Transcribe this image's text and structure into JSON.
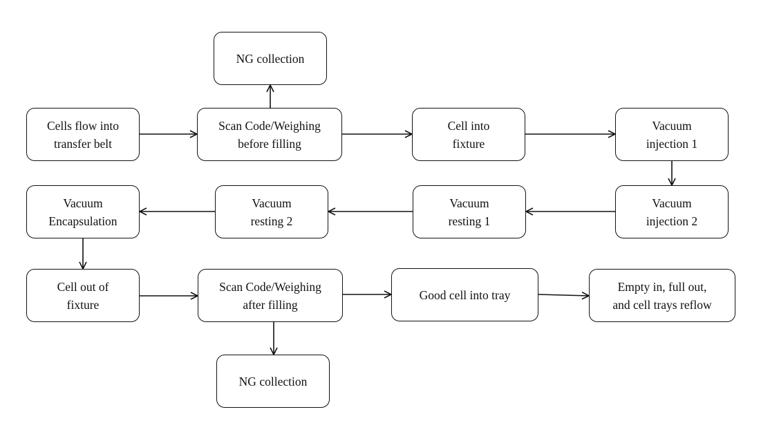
{
  "diagram": {
    "nodes": [
      {
        "id": "n1",
        "label": "Cells flow into\ntransfer belt"
      },
      {
        "id": "n2",
        "label": "Scan Code/Weighing\nbefore filling"
      },
      {
        "id": "n3",
        "label": "NG collection"
      },
      {
        "id": "n4",
        "label": "Cell into\nfixture"
      },
      {
        "id": "n5",
        "label": "Vacuum\ninjection 1"
      },
      {
        "id": "n6",
        "label": "Vacuum\ninjection 2"
      },
      {
        "id": "n7",
        "label": "Vacuum\nresting 1"
      },
      {
        "id": "n8",
        "label": "Vacuum\nresting 2"
      },
      {
        "id": "n9",
        "label": "Vacuum\nEncapsulation"
      },
      {
        "id": "n10",
        "label": "Cell out of\nfixture"
      },
      {
        "id": "n11",
        "label": "Scan Code/Weighing\nafter filling"
      },
      {
        "id": "n12",
        "label": "NG collection"
      },
      {
        "id": "n13",
        "label": "Good cell into tray"
      },
      {
        "id": "n14",
        "label": "Empty in, full out,\nand cell trays reflow"
      }
    ],
    "edges": [
      {
        "from": "n1",
        "to": "n2"
      },
      {
        "from": "n2",
        "to": "n3"
      },
      {
        "from": "n2",
        "to": "n4"
      },
      {
        "from": "n4",
        "to": "n5"
      },
      {
        "from": "n5",
        "to": "n6"
      },
      {
        "from": "n6",
        "to": "n7"
      },
      {
        "from": "n7",
        "to": "n8"
      },
      {
        "from": "n8",
        "to": "n9"
      },
      {
        "from": "n9",
        "to": "n10"
      },
      {
        "from": "n10",
        "to": "n11"
      },
      {
        "from": "n11",
        "to": "n12"
      },
      {
        "from": "n11",
        "to": "n13"
      },
      {
        "from": "n13",
        "to": "n14"
      }
    ],
    "colors": {
      "stroke": "#111111",
      "fill": "#ffffff",
      "text": "#111111"
    }
  }
}
